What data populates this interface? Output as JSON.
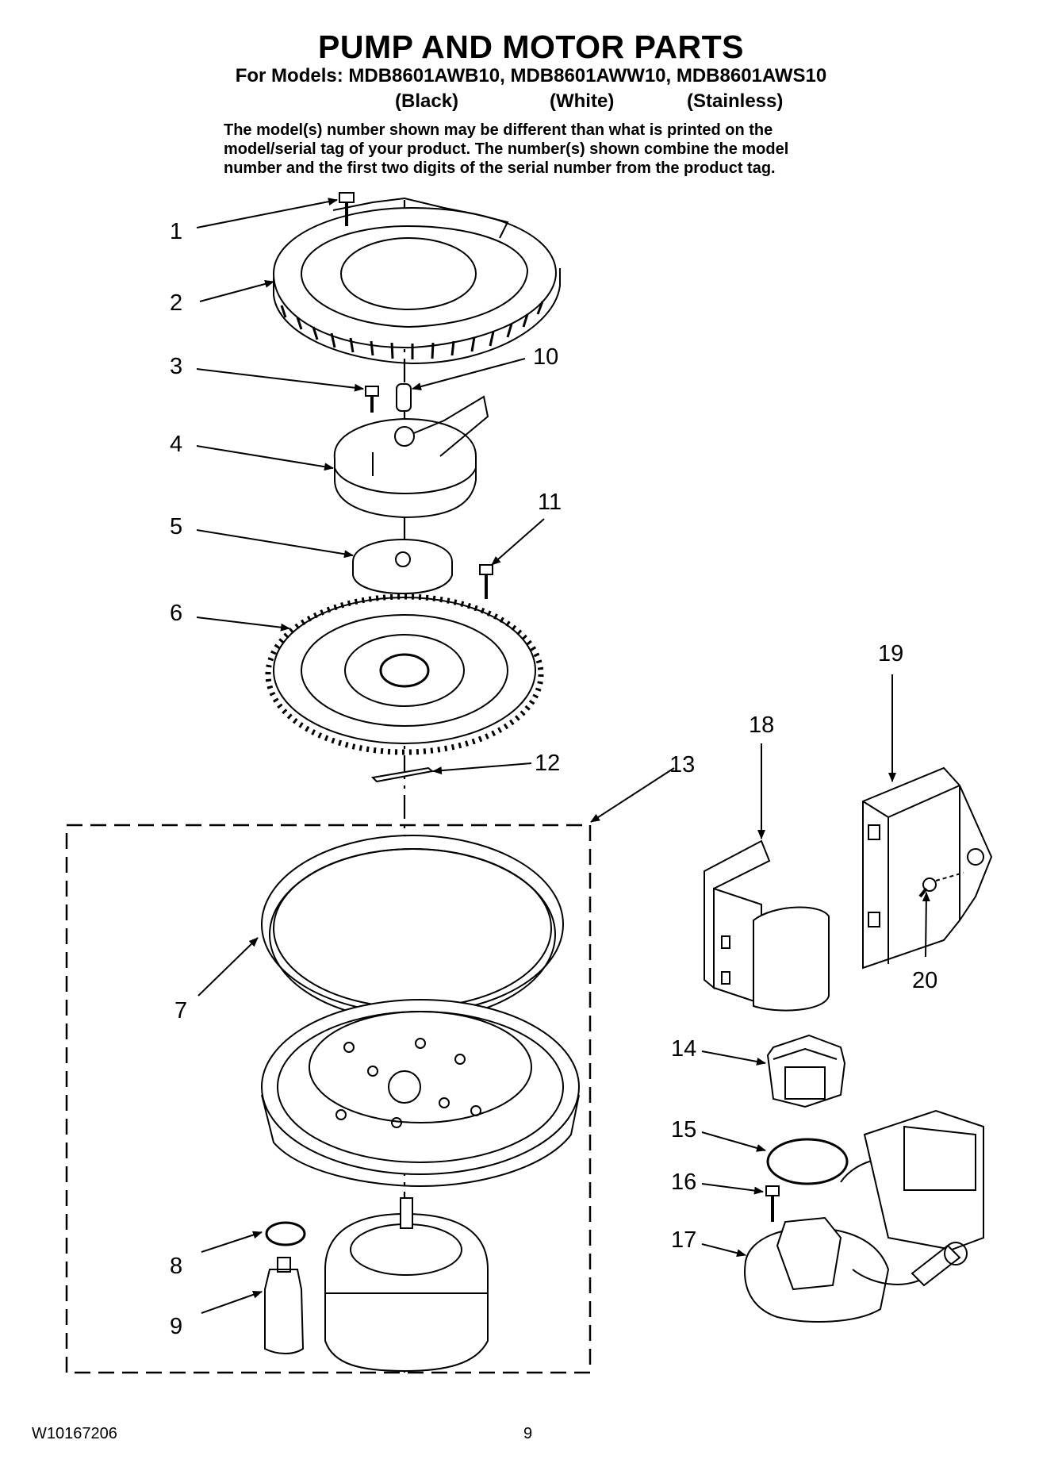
{
  "header": {
    "title": "PUMP AND MOTOR PARTS",
    "models_line": "For Models: MDB8601AWB10, MDB8601AWW10, MDB8601AWS10",
    "colors": [
      "(Black)",
      "(White)",
      "(Stainless)"
    ],
    "note_lines": [
      "The model(s) number shown may be different than what is printed on the",
      "model/serial tag of your product. The number(s) shown combine the model",
      "number and the first two digits of the serial number from the product tag."
    ]
  },
  "callouts": [
    "1",
    "2",
    "3",
    "4",
    "5",
    "6",
    "7",
    "8",
    "9",
    "10",
    "11",
    "12",
    "13",
    "14",
    "15",
    "16",
    "17",
    "18",
    "19",
    "20"
  ],
  "footer": {
    "doc_number": "W10167206",
    "page_number": "9"
  }
}
